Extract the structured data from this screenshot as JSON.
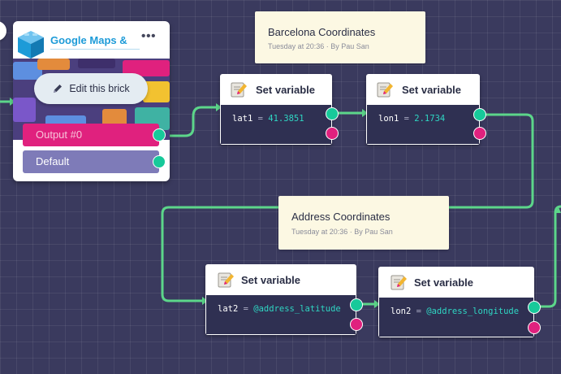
{
  "brick": {
    "title": "Google Maps &",
    "menu_label": "•••",
    "edit_label": "Edit this brick",
    "outputs": [
      "Output #0",
      "Default"
    ]
  },
  "nodes": [
    {
      "title": "Set variable",
      "var": "lat1",
      "eq": "=",
      "value": "41.3851"
    },
    {
      "title": "Set variable",
      "var": "lon1",
      "eq": "=",
      "value": "2.1734"
    },
    {
      "title": "Set variable",
      "var": "lat2",
      "eq": "=",
      "value": "@address_latitude"
    },
    {
      "title": "Set variable",
      "var": "lon2",
      "eq": "=",
      "value": "@address_longitude"
    }
  ],
  "notes": [
    {
      "title": "Barcelona Coordinates",
      "meta": "Tuesday at 20:36 · By Pau San"
    },
    {
      "title": "Address Coordinates",
      "meta": "Tuesday at 20:36 · By Pau San"
    }
  ],
  "colors": {
    "canvas": "#3a3a5e",
    "wire": "#5cd68a",
    "port_out": "#17c99a",
    "port_err": "#e0217e",
    "brick_title": "#1d9bd8",
    "output0": "#e0217e",
    "default": "#7e7bb8"
  }
}
